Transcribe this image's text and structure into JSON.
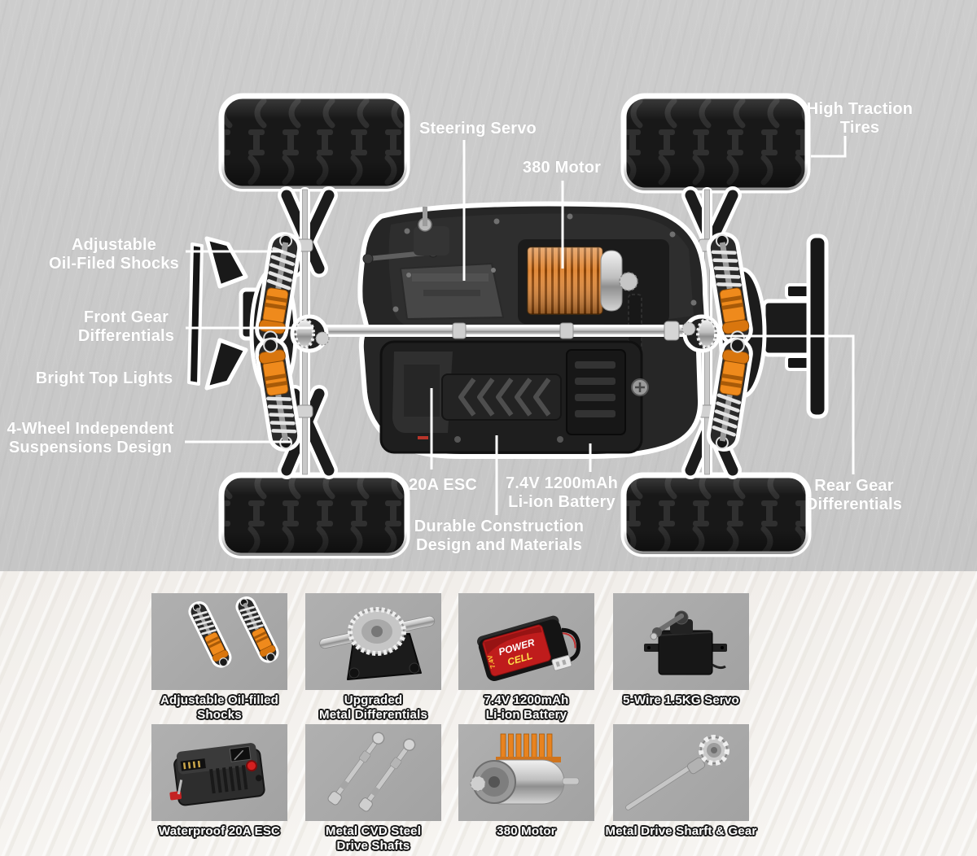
{
  "diagram": {
    "callouts": {
      "steering_servo": "Steering Servo",
      "motor": "380 Motor",
      "tires": "High Traction\nTires",
      "shocks": "Adjustable\nOil-Filed Shocks",
      "front_diff": "Front Gear\nDifferentials",
      "lights": "Bright Top Lights",
      "suspension": "4-Wheel Independent\nSuspensions Design",
      "esc": "20A ESC",
      "battery": "7.4V 1200mAh\nLi-ion Battery",
      "durable": "Durable Construction\nDesign and Materials",
      "rear_diff": "Rear Gear\nDifferentials"
    }
  },
  "parts": {
    "items": [
      {
        "name": "shocks",
        "label": "Adjustable Oil-filled\nShocks"
      },
      {
        "name": "differential",
        "label": "Upgraded\nMetal Differentials"
      },
      {
        "name": "battery",
        "label": "7.4V 1200mAh\nLi-ion Battery"
      },
      {
        "name": "servo",
        "label": "5-Wire 1.5KG Servo"
      },
      {
        "name": "esc",
        "label": "Waterproof 20A ESC"
      },
      {
        "name": "driveshafts",
        "label": "Metal CVD Steel\nDrive Shafts"
      },
      {
        "name": "motor",
        "label": "380 Motor"
      },
      {
        "name": "shaft_gear",
        "label": "Metal Drive Sharft & Gear"
      }
    ],
    "battery_graphic": {
      "brand_line1": "POWER",
      "brand_line2": "CELL",
      "voltage": "7.4V"
    }
  },
  "colors": {
    "accent_orange": "#EF8A1C",
    "copper": "#D0742C",
    "battery_red": "#BF1C1C",
    "background_top": "#C9C9C9",
    "background_bottom": "#F2EFEB",
    "panel_gray": "#A7A7A7",
    "outline_white": "#FFFFFF",
    "chassis_black": "#262626"
  }
}
